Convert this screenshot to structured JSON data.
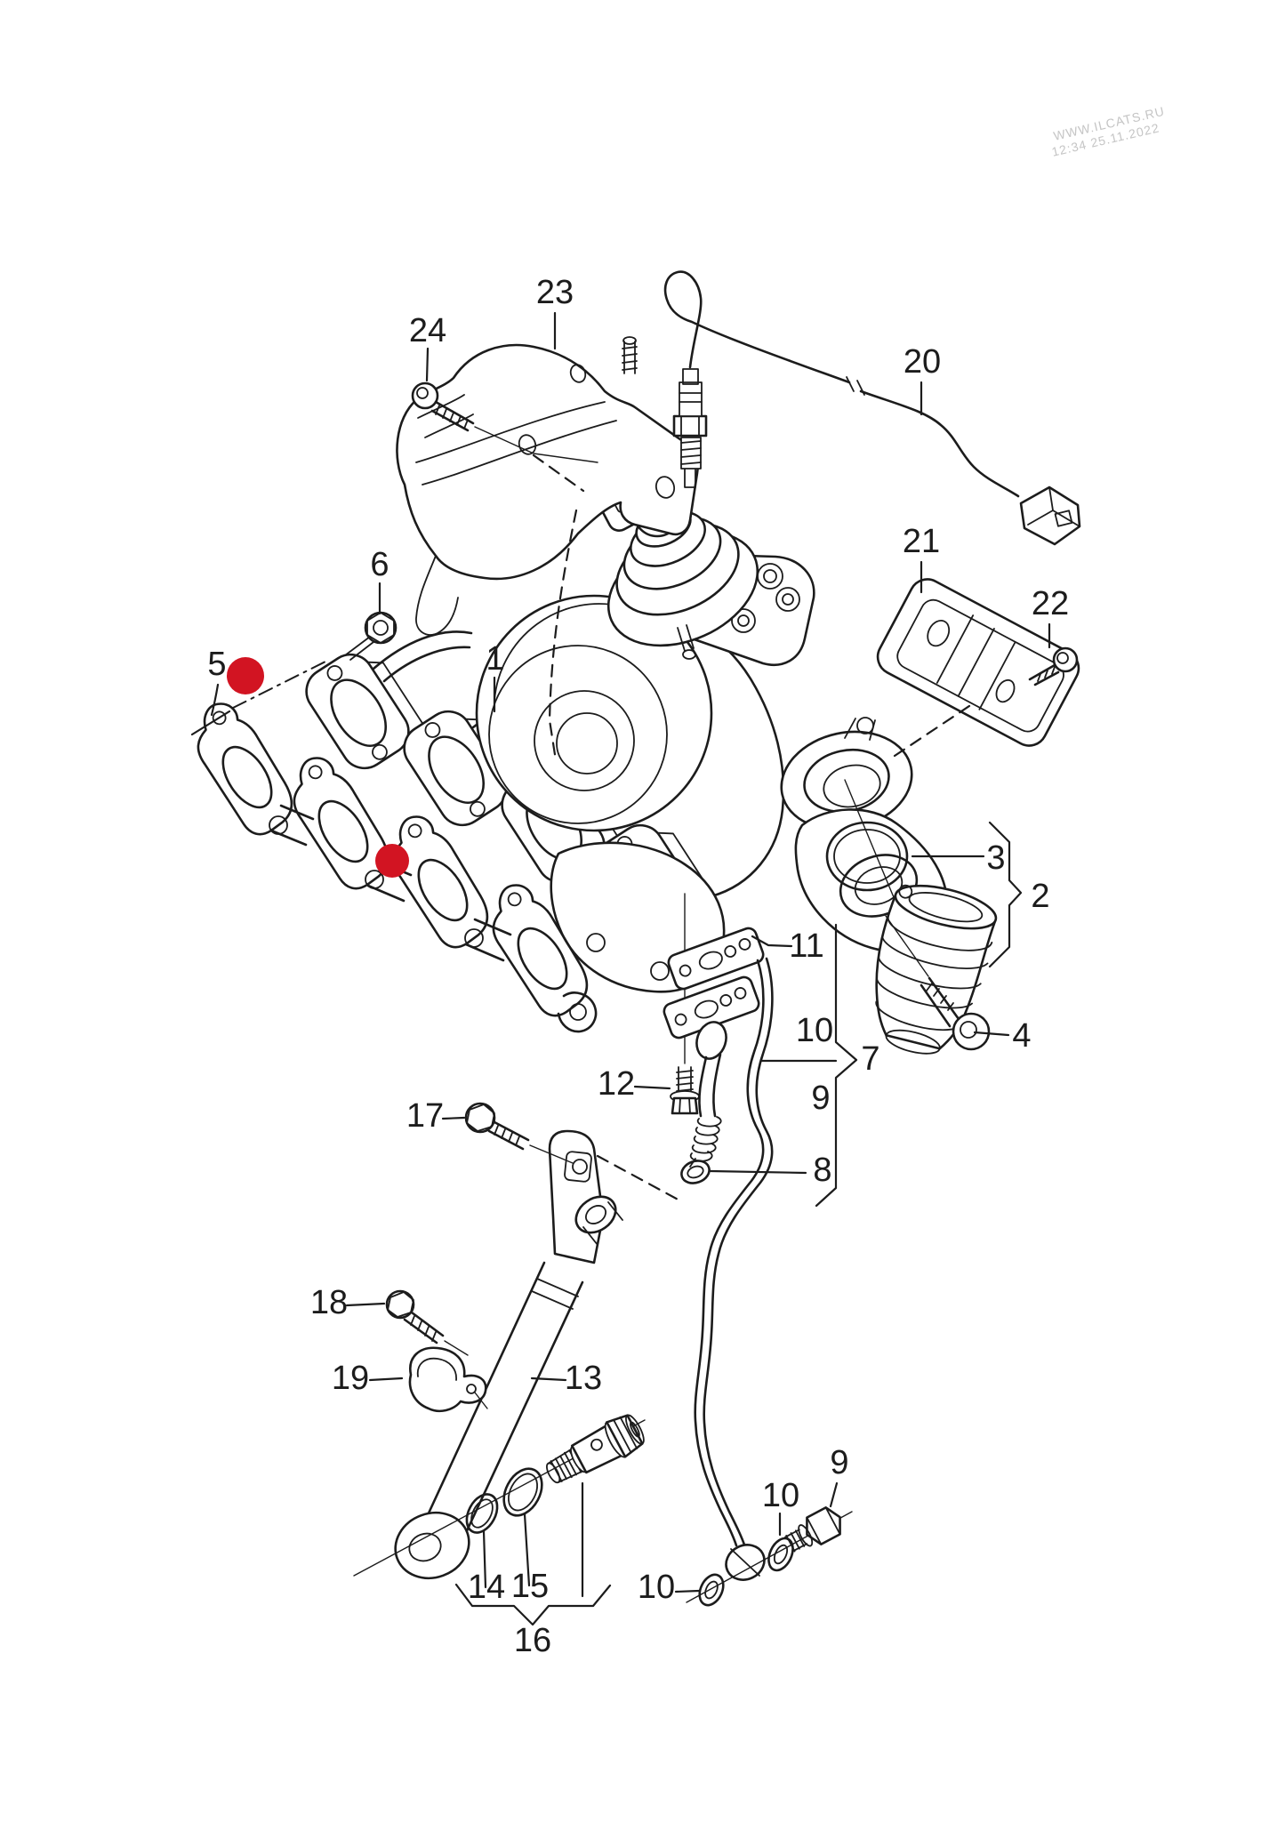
{
  "watermark": {
    "line1": "WWW.ILCATS.RU",
    "line2": "12:34 25.11.2022"
  },
  "colors": {
    "line": "#1c1c1c",
    "red": "#d21422",
    "watermark": "#c5c5c5",
    "bg": "#ffffff"
  },
  "callouts": [
    {
      "label": "23"
    },
    {
      "label": "24"
    },
    {
      "label": "20"
    },
    {
      "label": "21"
    },
    {
      "label": "22"
    },
    {
      "label": "6"
    },
    {
      "label": "5"
    },
    {
      "label": "1"
    },
    {
      "label": "3"
    },
    {
      "label": "2"
    },
    {
      "label": "4"
    },
    {
      "label": "11"
    },
    {
      "label": "10"
    },
    {
      "label": "7"
    },
    {
      "label": "9"
    },
    {
      "label": "8"
    },
    {
      "label": "12"
    },
    {
      "label": "17"
    },
    {
      "label": "18"
    },
    {
      "label": "19"
    },
    {
      "label": "13"
    },
    {
      "label": "14"
    },
    {
      "label": "15"
    },
    {
      "label": "16"
    },
    {
      "label": "10"
    },
    {
      "label": "10"
    },
    {
      "label": "9"
    }
  ],
  "markers": {
    "red_dot_count": 2
  }
}
